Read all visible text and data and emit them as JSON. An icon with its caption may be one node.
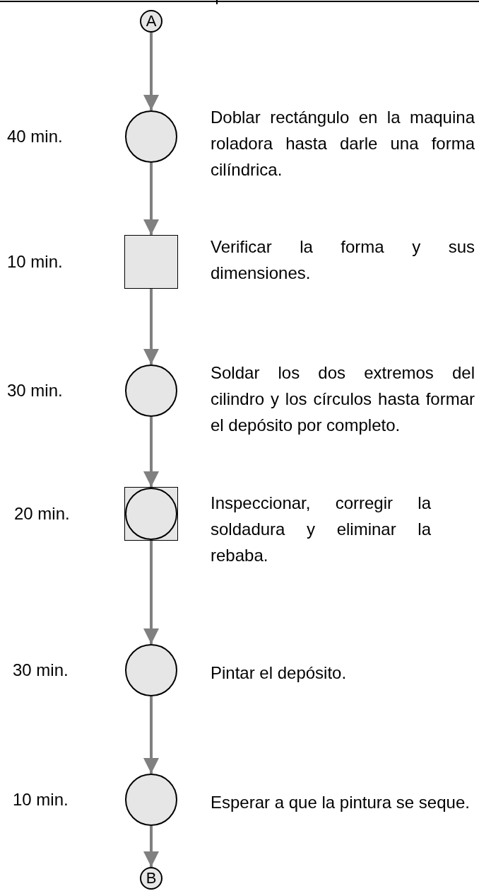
{
  "diagram": {
    "nodes": [
      {
        "text": [
          "A"
        ]
      },
      {
        "text": [],
        "shape": "circle",
        "beside": [
          "40 min.",
          "Doblar rectángulo en la maquina roladora hasta darle una forma cilíndrica."
        ]
      },
      {
        "text": [],
        "shape": "box",
        "beside": [
          "10 min.",
          "Verificar la forma y sus dimensiones."
        ]
      },
      {
        "text": [],
        "shape": "circle",
        "beside": [
          "30 min.",
          "Soldar los dos extremos del cilindro y los círculos hasta formar el depósito por completo."
        ]
      },
      {
        "text": [],
        "shape": "combined",
        "beside": [
          "20 min.",
          "Inspeccionar, corregir la soldadura y eliminar la rebaba."
        ]
      },
      {
        "text": [],
        "shape": "circle",
        "beside": [
          "30 min.",
          "Pintar el depósito."
        ]
      },
      {
        "text": [],
        "shape": "circle",
        "beside": [
          "10 min.",
          "Esperar a que la pintura se seque."
        ]
      },
      {
        "text": [
          "B"
        ]
      }
    ],
    "edges": [
      {
        "from": 0,
        "to": 1,
        "arrow": "to"
      },
      {
        "from": 1,
        "to": 2,
        "arrow": "to"
      },
      {
        "from": 2,
        "to": 3,
        "arrow": "to"
      },
      {
        "from": 3,
        "to": 4,
        "arrow": "to"
      },
      {
        "from": 4,
        "to": 5,
        "arrow": "to"
      },
      {
        "from": 5,
        "to": 6,
        "arrow": "to"
      },
      {
        "from": 6,
        "to": 7,
        "arrow": "to"
      }
    ]
  }
}
